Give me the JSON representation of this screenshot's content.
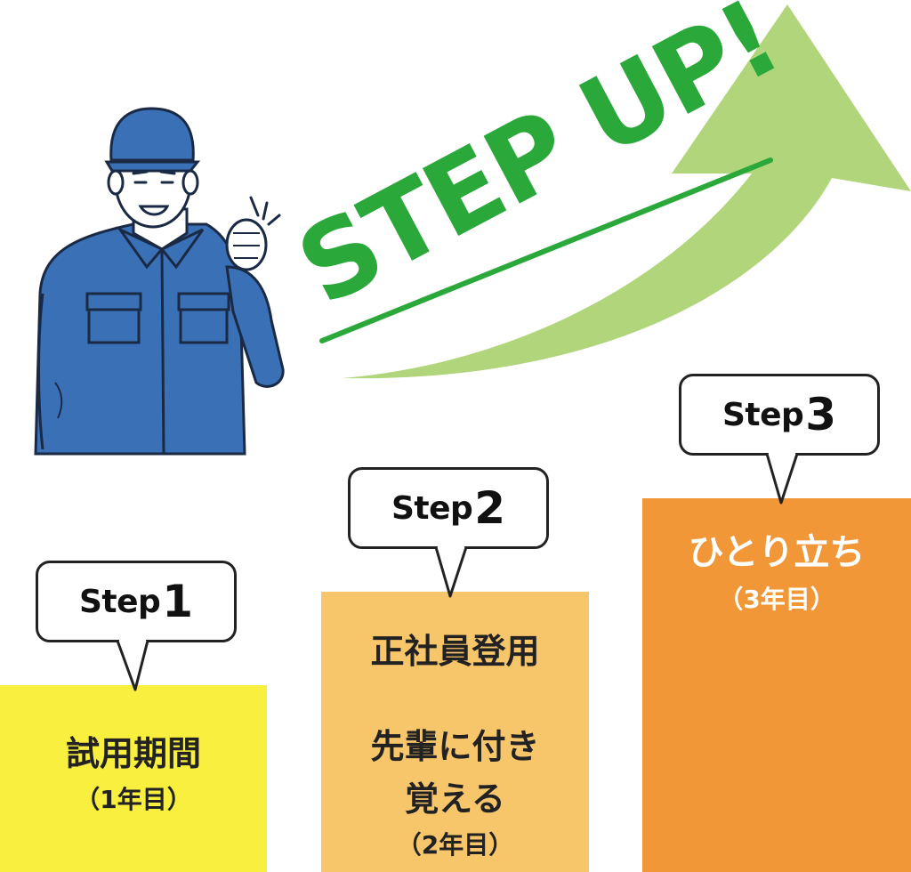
{
  "headline": {
    "text": "STEP UP!",
    "color": "#2aa83a"
  },
  "arrow": {
    "color": "#b1d57a"
  },
  "worker": {
    "uniform_color": "#3a70b5",
    "cap_color": "#3a70b5"
  },
  "steps": [
    {
      "step_word": "Step",
      "step_number": "1",
      "title": "試用期間",
      "period": "（1年目）",
      "color": "#f9ef3f"
    },
    {
      "step_word": "Step",
      "step_number": "2",
      "title": "正社員登用",
      "subtitle_line1": "先輩に付き",
      "subtitle_line2": "覚える",
      "period": "（2年目）",
      "color": "#f8c66a"
    },
    {
      "step_word": "Step",
      "step_number": "3",
      "title": "ひとり立ち",
      "period": "（3年目）",
      "color": "#f29737"
    }
  ]
}
